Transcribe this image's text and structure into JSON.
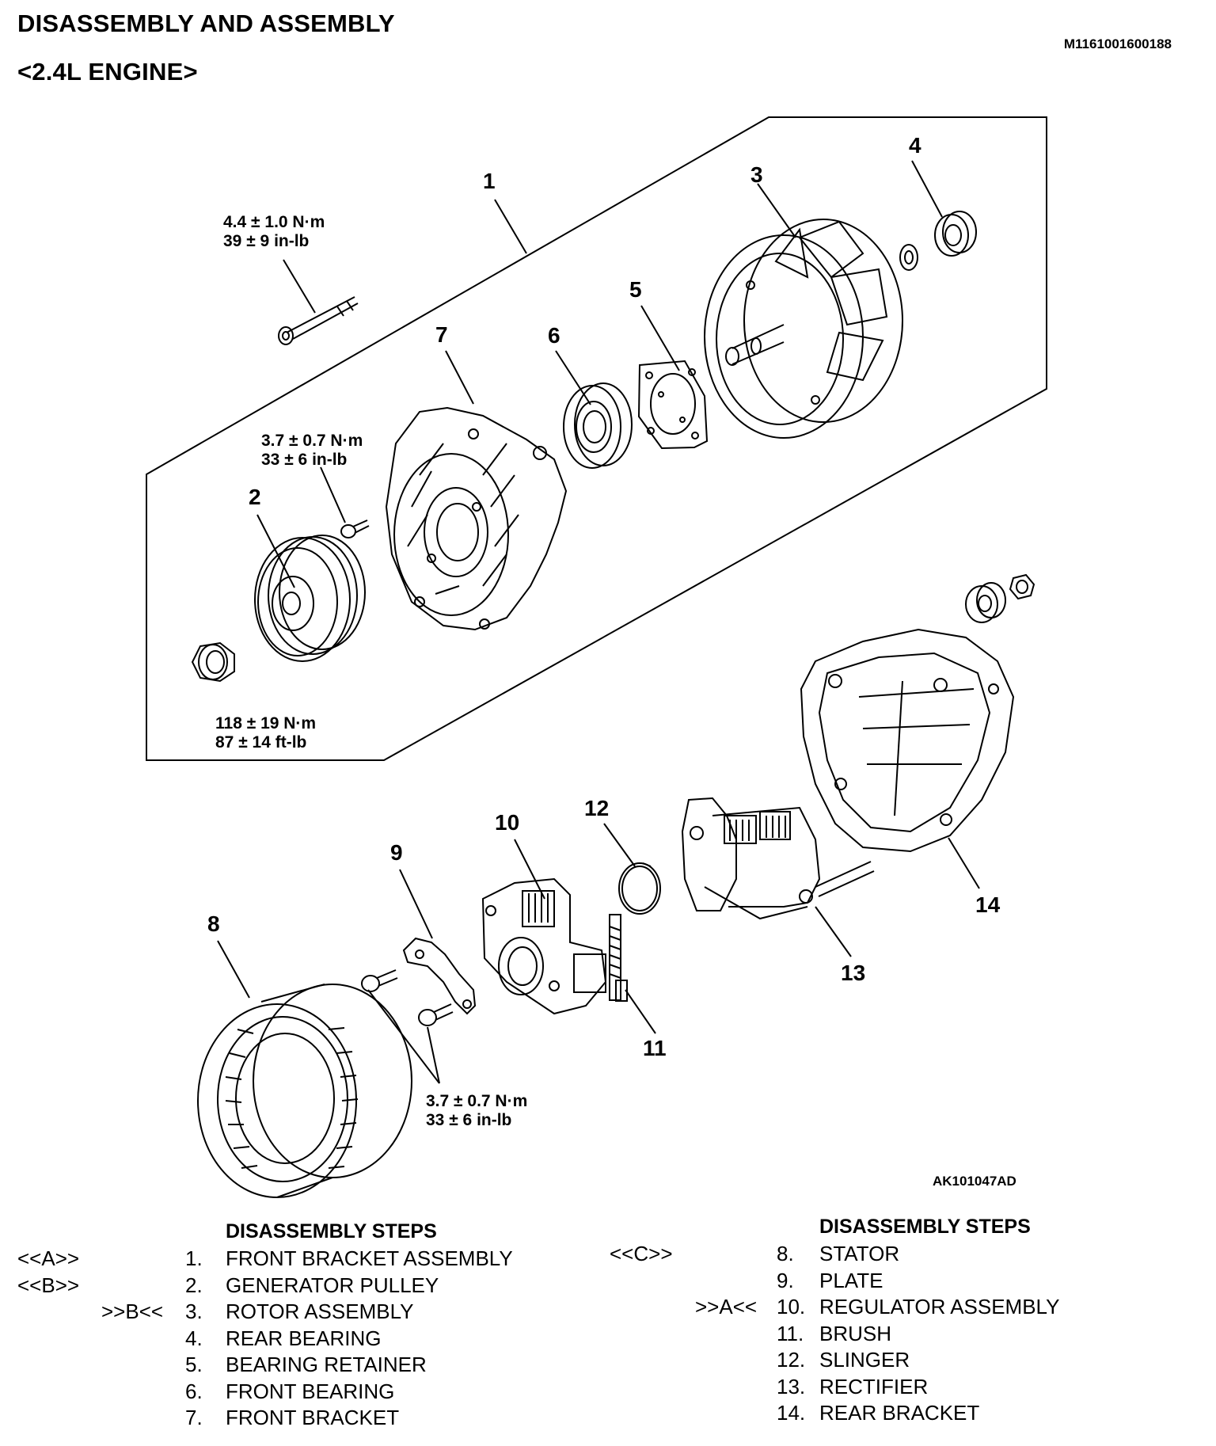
{
  "header": {
    "title": "DISASSEMBLY AND ASSEMBLY",
    "subtitle": "<2.4L ENGINE>",
    "doc_code": "M1161001600188"
  },
  "figure": {
    "code": "AK101047AD",
    "callouts": [
      "1",
      "2",
      "3",
      "4",
      "5",
      "6",
      "7",
      "8",
      "9",
      "10",
      "11",
      "12",
      "13",
      "14"
    ],
    "torques": {
      "bolt_long": [
        "4.4 ± 1.0 N·m",
        "39 ± 9 in-lb"
      ],
      "screw_front": [
        "3.7 ± 0.7 N·m",
        "33 ± 6 in-lb"
      ],
      "pulley_nut": [
        "118 ± 19 N·m",
        "87 ± 14 ft-lb"
      ],
      "plate_screws": [
        "3.7 ± 0.7 N·m",
        "33 ± 6 in-lb"
      ]
    }
  },
  "steps_left": {
    "heading": "DISASSEMBLY STEPS",
    "items": [
      {
        "ref_left": "<<A>>",
        "ref_right": "",
        "num": "1.",
        "name": "FRONT BRACKET ASSEMBLY"
      },
      {
        "ref_left": "<<B>>",
        "ref_right": "",
        "num": "2.",
        "name": "GENERATOR PULLEY"
      },
      {
        "ref_left": "",
        "ref_right": ">>B<<",
        "num": "3.",
        "name": "ROTOR ASSEMBLY"
      },
      {
        "ref_left": "",
        "ref_right": "",
        "num": "4.",
        "name": "REAR BEARING"
      },
      {
        "ref_left": "",
        "ref_right": "",
        "num": "5.",
        "name": "BEARING RETAINER"
      },
      {
        "ref_left": "",
        "ref_right": "",
        "num": "6.",
        "name": "FRONT BEARING"
      },
      {
        "ref_left": "",
        "ref_right": "",
        "num": "7.",
        "name": "FRONT BRACKET"
      }
    ]
  },
  "steps_right": {
    "heading": "DISASSEMBLY STEPS",
    "items": [
      {
        "ref_left": "<<C>>",
        "ref_right": "",
        "num": "8.",
        "name": "STATOR"
      },
      {
        "ref_left": "",
        "ref_right": "",
        "num": "9.",
        "name": "PLATE"
      },
      {
        "ref_left": "",
        "ref_right": ">>A<<",
        "num": "10.",
        "name": "REGULATOR ASSEMBLY"
      },
      {
        "ref_left": "",
        "ref_right": "",
        "num": "11.",
        "name": "BRUSH"
      },
      {
        "ref_left": "",
        "ref_right": "",
        "num": "12.",
        "name": "SLINGER"
      },
      {
        "ref_left": "",
        "ref_right": "",
        "num": "13.",
        "name": "RECTIFIER"
      },
      {
        "ref_left": "",
        "ref_right": "",
        "num": "14.",
        "name": "REAR BRACKET"
      }
    ]
  }
}
